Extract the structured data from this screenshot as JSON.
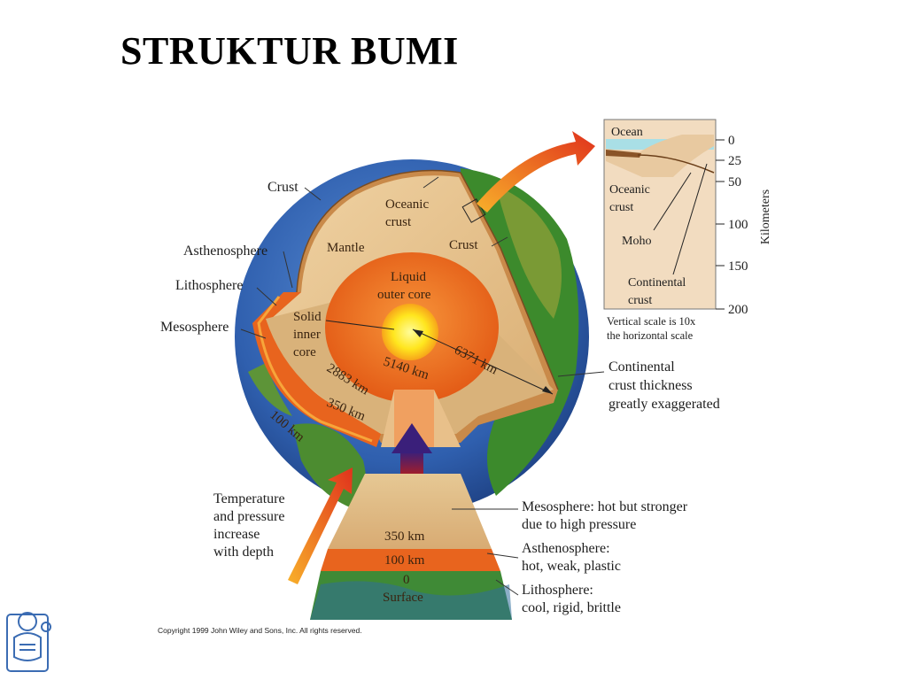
{
  "title": "STRUKTUR BUMI",
  "labels": {
    "crust_left": "Crust",
    "asthenosphere": "Asthenosphere",
    "lithosphere": "Lithosphere",
    "mesosphere": "Mesosphere",
    "oceanic_crust_1": "Oceanic",
    "oceanic_crust_2": "crust",
    "mantle": "Mantle",
    "crust_right": "Crust",
    "liquid_outer_core_1": "Liquid",
    "liquid_outer_core_2": "outer core",
    "solid_inner_core_1": "Solid",
    "solid_inner_core_2": "inner",
    "solid_inner_core_3": "core",
    "depth_5140": "5140 km",
    "depth_6371": "6371 km",
    "depth_2883": "2883 km",
    "depth_350": "350 km",
    "depth_100": "100 km",
    "continental_thickness_1": "Continental",
    "continental_thickness_2": "crust thickness",
    "continental_thickness_3": "greatly exaggerated",
    "temperature_1": "Temperature",
    "temperature_2": "and pressure",
    "temperature_3": "increase",
    "temperature_4": "with depth",
    "wedge_350": "350 km",
    "wedge_100": "100 km",
    "wedge_0": "0",
    "wedge_surface": "Surface",
    "meso_desc_1": "Mesosphere: hot but stronger",
    "meso_desc_2": "due to high pressure",
    "astheno_desc_1": "Asthenosphere:",
    "astheno_desc_2": "hot, weak, plastic",
    "litho_desc_1": "Lithosphere:",
    "litho_desc_2": "cool, rigid, brittle"
  },
  "inset": {
    "ocean": "Ocean",
    "oceanic_crust_1": "Oceanic",
    "oceanic_crust_2": "crust",
    "moho": "Moho",
    "continental_crust_1": "Continental",
    "continental_crust_2": "crust",
    "scale_note_1": "Vertical scale is 10x",
    "scale_note_2": "the horizontal scale",
    "axis_title": "Kilometers",
    "ticks": [
      "0",
      "25",
      "50",
      "100",
      "150",
      "200"
    ]
  },
  "copyright": "Copyright 1999 John Wiley and Sons, Inc. All rights reserved.",
  "colors": {
    "core_yellow": "#fff23a",
    "outer_core": "#f0701e",
    "mantle": "#e6c08a",
    "asthenosphere": "#e8641e",
    "ocean_blue": "#3f6fc0",
    "land_green": "#3c8a2c",
    "arrow_red": "#e03a1e"
  }
}
